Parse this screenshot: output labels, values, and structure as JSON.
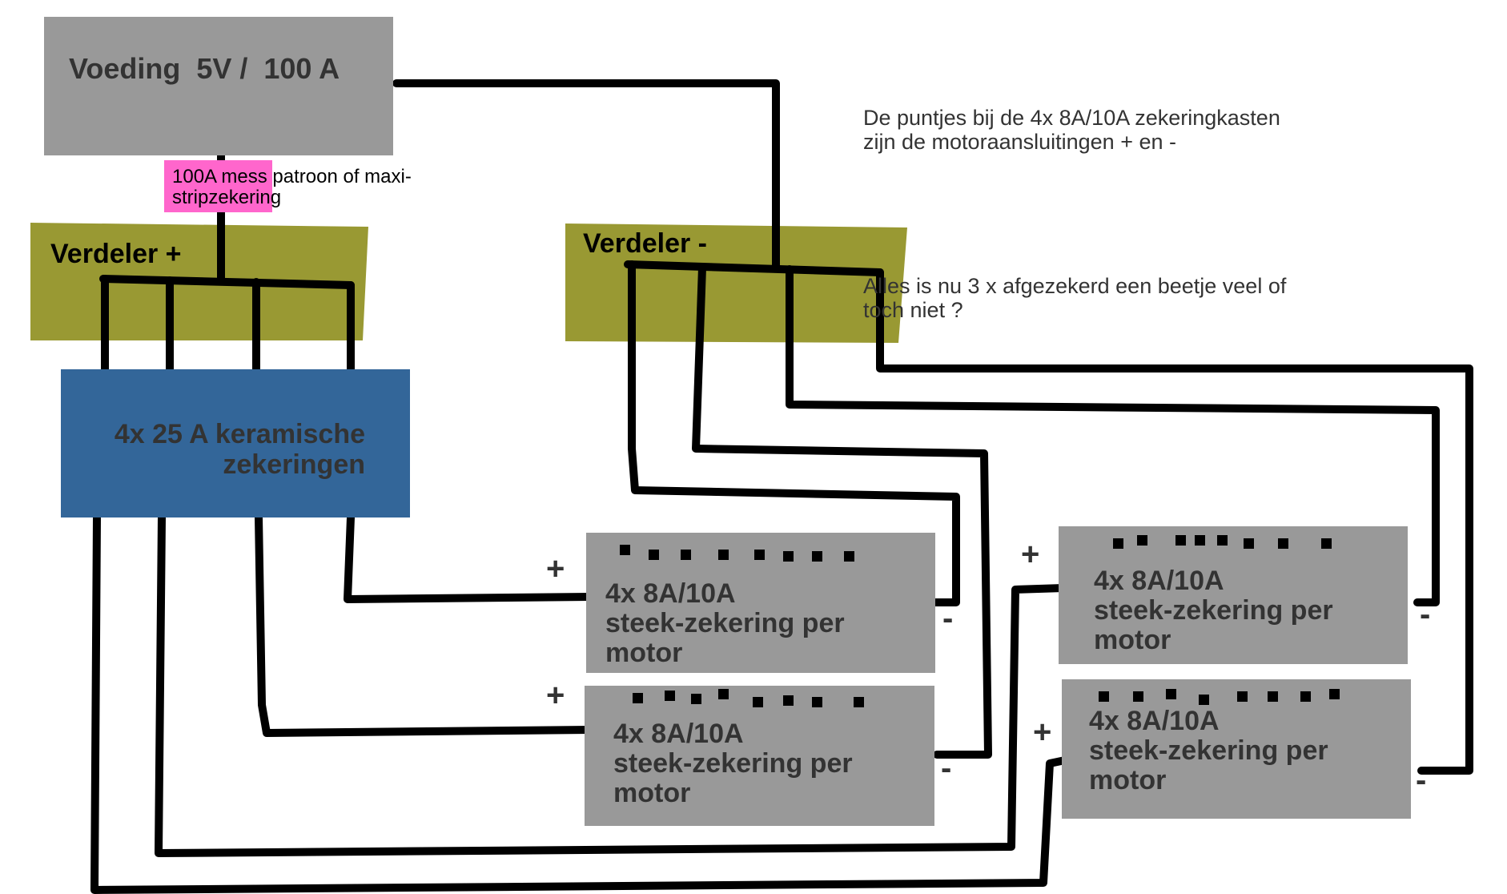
{
  "power_supply": {
    "label": "Voeding  5V /  100 A"
  },
  "main_fuse": {
    "label": "100A mess patroon of maxi-\nstripzekering",
    "highlight_color": "#ff66cc"
  },
  "distributor_plus": {
    "label": "Verdeler +"
  },
  "distributor_minus": {
    "label": "Verdeler -"
  },
  "ceramic_fuses": {
    "label_line1": "4x 25 A keramische",
    "label_line2": "zekeringen"
  },
  "blade_fuse_boxes": [
    {
      "label": "4x 8A/10A\nsteek-zekering per\nmotor",
      "plus": "+",
      "minus": "-"
    },
    {
      "label": "4x 8A/10A\nsteek-zekering per\nmotor",
      "plus": "+",
      "minus": "-"
    },
    {
      "label": "4x 8A/10A\nsteek-zekering per\nmotor",
      "plus": "+",
      "minus": "-"
    },
    {
      "label": "4x 8A/10A\nsteek-zekering per\nmotor",
      "plus": "+",
      "minus": "-"
    }
  ],
  "note": {
    "paragraph1": "De puntjes bij de 4x 8A/10A zekeringkasten\nzijn de motoraansluitingen + en -",
    "paragraph2": "Alles is nu 3 x afgezekerd een beetje veel of\ntoch niet ?"
  },
  "colors": {
    "power_box": "#999999",
    "distributor": "#999933",
    "ceramic_fuse_box": "#336699",
    "fuse_box": "#999999",
    "wire": "#000000",
    "text": "#333333"
  }
}
